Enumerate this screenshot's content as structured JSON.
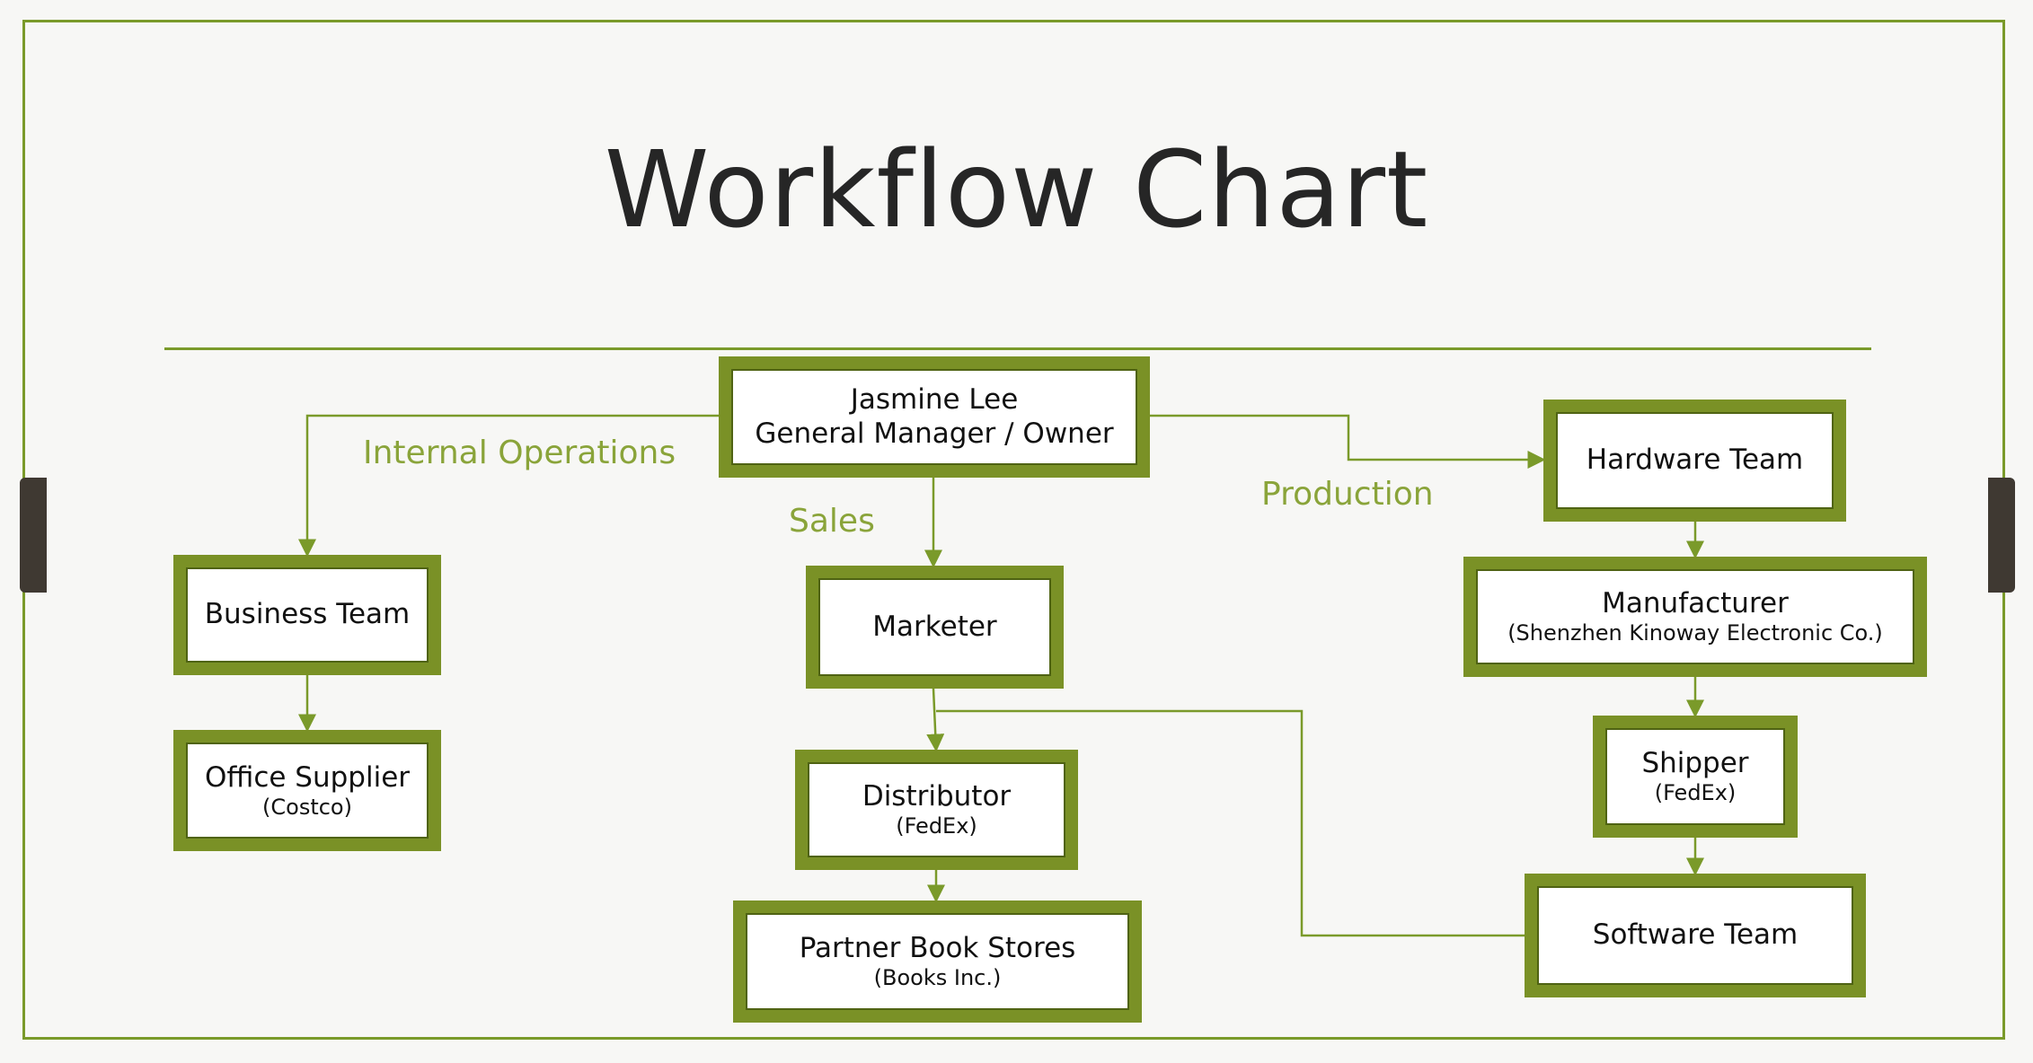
{
  "title": "Workflow Chart",
  "labels": {
    "internal": "Internal Operations",
    "sales": "Sales",
    "production": "Production"
  },
  "nodes": {
    "owner": {
      "line1": "Jasmine Lee",
      "line2": "General Manager / Owner"
    },
    "business": {
      "line1": "Business Team"
    },
    "office": {
      "line1": "Office Supplier",
      "line2": "(Costco)"
    },
    "marketer": {
      "line1": "Marketer"
    },
    "distributor": {
      "line1": "Distributor",
      "line2": "(FedEx)"
    },
    "bookstores": {
      "line1": "Partner Book Stores",
      "line2": "(Books Inc.)"
    },
    "hardware": {
      "line1": "Hardware Team"
    },
    "manufacturer": {
      "line1": "Manufacturer",
      "line2": "(Shenzhen Kinoway Electronic Co.)"
    },
    "shipper": {
      "line1": "Shipper",
      "line2": "(FedEx)"
    },
    "software": {
      "line1": "Software Team"
    }
  },
  "colors": {
    "accent": "#7a9a2a",
    "box_fill": "#7a9126",
    "label": "#8aa43a",
    "background": "#f7f7f5"
  }
}
